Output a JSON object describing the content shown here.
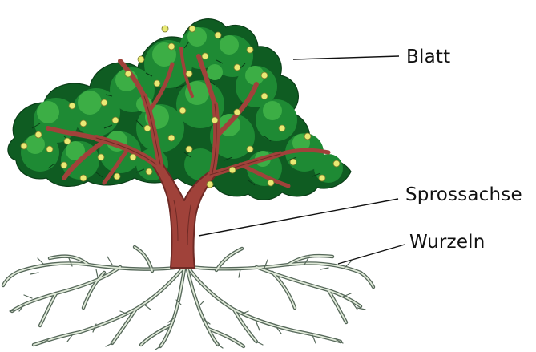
{
  "labels": {
    "leaf": "Blatt",
    "stem": "Sprossachse",
    "roots": "Wurzeln"
  },
  "colors": {
    "foliage_dark": "#0f5c22",
    "foliage_mid": "#1e8a34",
    "foliage_light": "#3cae45",
    "fruit": "#e9ea74",
    "trunk": "#a0423a",
    "trunk_dark": "#6e2a25",
    "root_outline": "#56685a",
    "root_fill": "#dfe9d8",
    "leader_line": "#111111",
    "label_text": "#111111"
  }
}
